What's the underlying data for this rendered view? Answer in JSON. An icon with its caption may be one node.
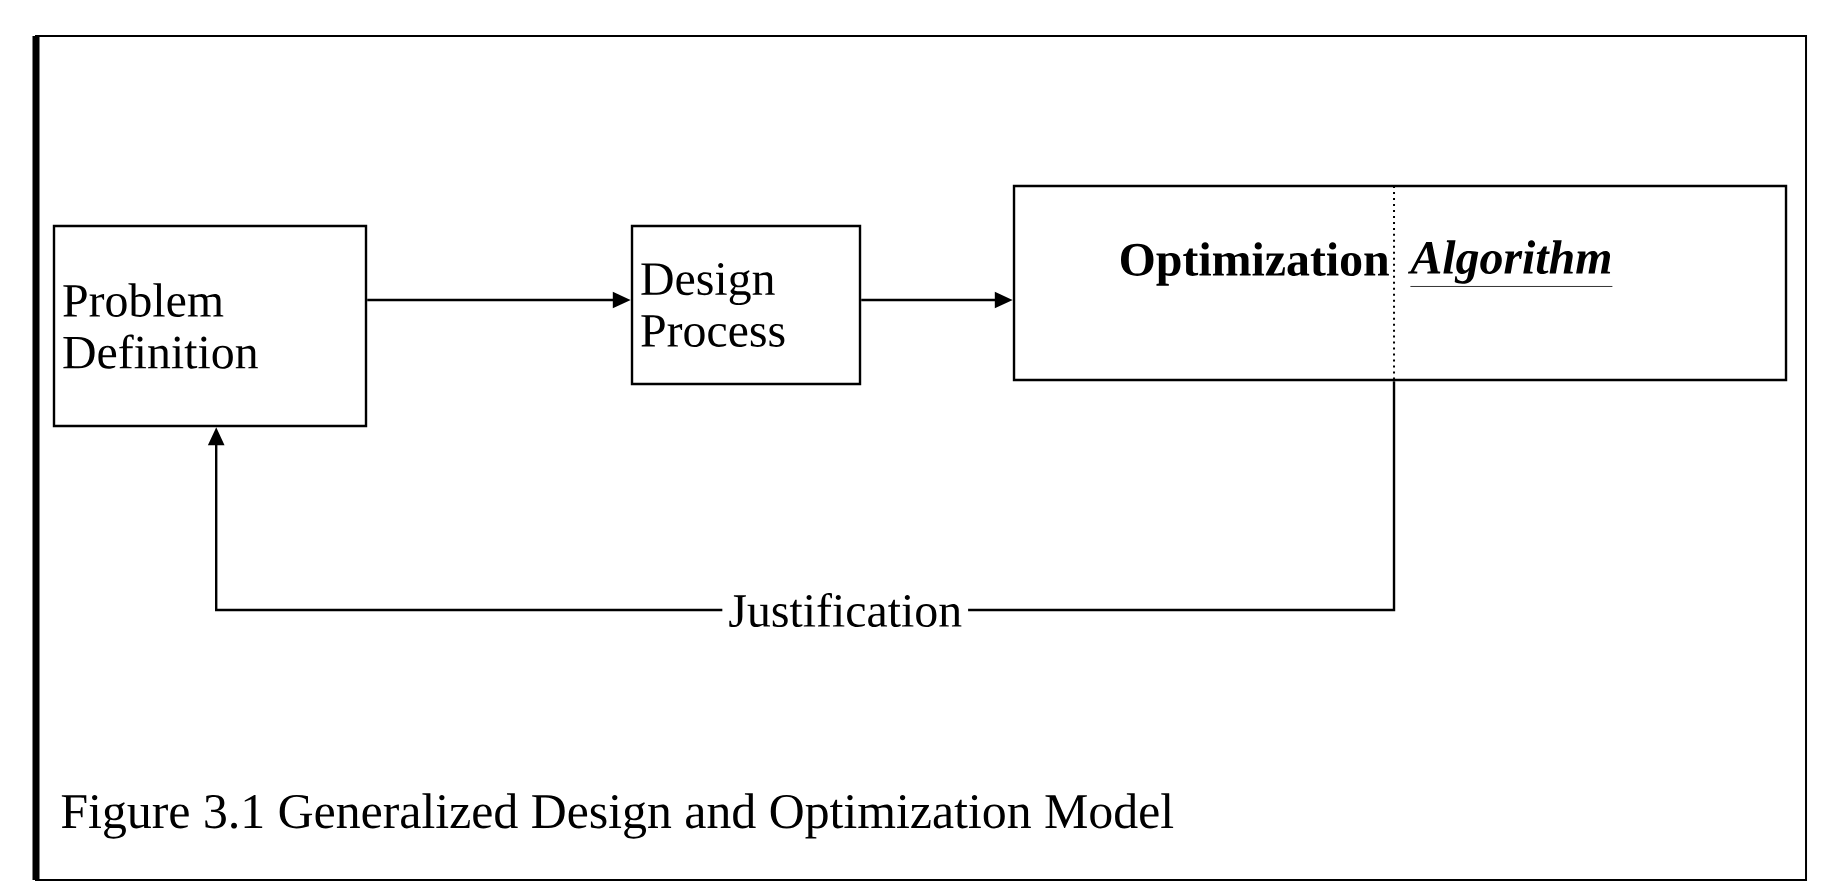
{
  "diagram": {
    "caption": "Figure 3.1 Generalized Design and Optimization Model",
    "nodes": [
      {
        "text": [
          "Problem Definition"
        ]
      },
      {
        "text": [
          "Design Process"
        ]
      },
      {
        "text": [
          "Optimization",
          "Algorithm"
        ]
      }
    ],
    "edges": [
      {
        "from": 0,
        "to": 1,
        "arrow": "to"
      },
      {
        "from": 1,
        "to": 2,
        "arrow": "to"
      },
      {
        "from": 2,
        "to": 0,
        "arrow": "to",
        "label": "Justification"
      }
    ]
  }
}
